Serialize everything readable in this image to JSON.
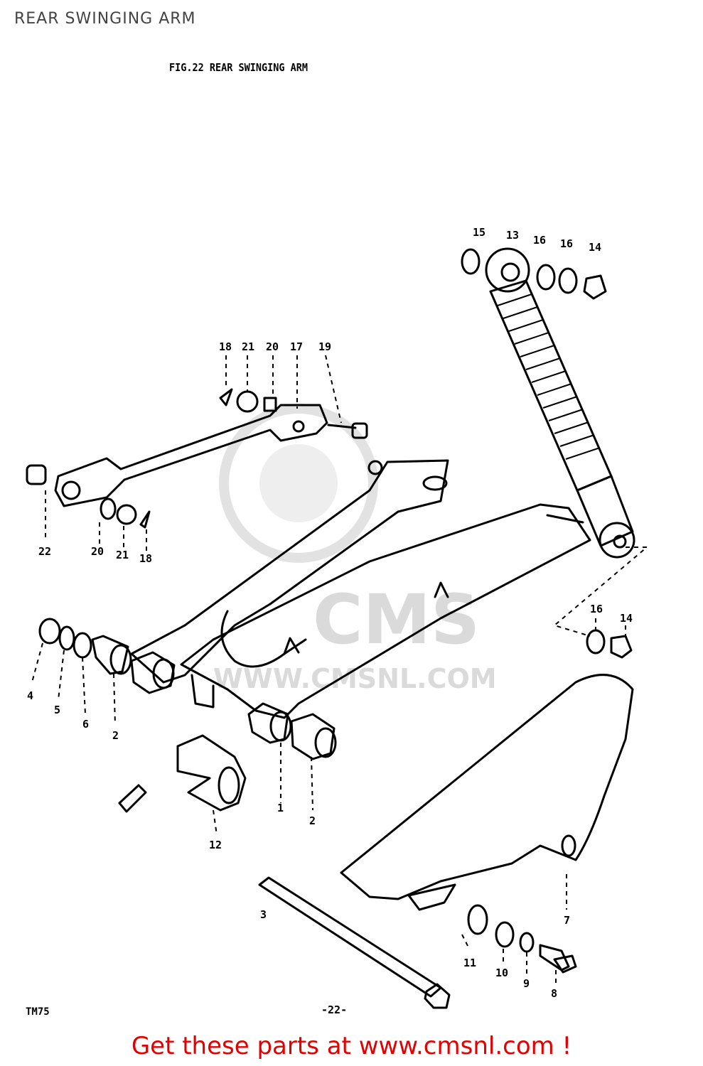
{
  "page": {
    "header": "REAR SWINGING ARM",
    "figure_title": "FIG.22  REAR SWINGING ARM",
    "page_number": "-22-",
    "model_code": "TM75"
  },
  "watermark": {
    "brand": "CMS",
    "url": "WWW.CMSNL.COM"
  },
  "footer": {
    "promo_prefix": "Get these parts at ",
    "promo_link": "www.cmsnl.com",
    "promo_suffix": " !",
    "promo_color": "#e30000"
  },
  "callouts": {
    "c15_top": "15",
    "c13": "13",
    "c16_a": "16",
    "c16_b": "16",
    "c14_top": "14",
    "c18_top": "18",
    "c21_top": "21",
    "c20_top": "20",
    "c17": "17",
    "c19": "19",
    "c22": "22",
    "c20_bot": "20",
    "c21_bot": "21",
    "c18_bot": "18",
    "c16_low": "16",
    "c14_low": "14",
    "c4": "4",
    "c5": "5",
    "c6": "6",
    "c2_left": "2",
    "c1": "1",
    "c2_right": "2",
    "c12": "12",
    "c3": "3",
    "c7": "7",
    "c11": "11",
    "c10": "10",
    "c9": "9",
    "c8": "8"
  }
}
